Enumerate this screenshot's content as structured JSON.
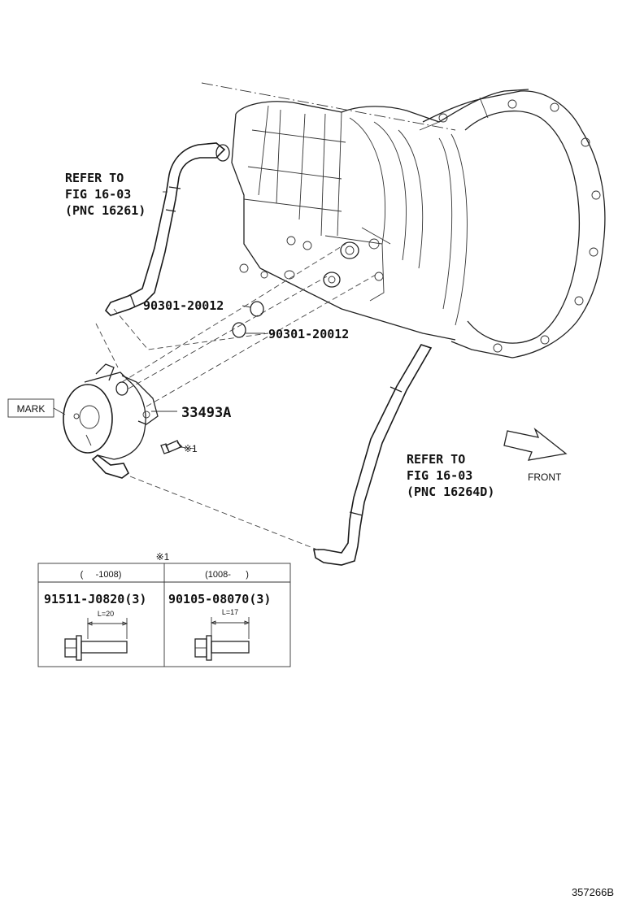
{
  "callouts": {
    "hose_upper": {
      "line1": "REFER TO",
      "line2": "FIG 16-03",
      "line3": "(PNC 16261)"
    },
    "hose_lower": {
      "line1": "REFER TO",
      "line2": "FIG 16-03",
      "line3": "(PNC 16264D)"
    },
    "oring_1": "90301-20012",
    "oring_2": "90301-20012",
    "cooler": "33493A",
    "bolt_ref": "※1",
    "mark": "MARK",
    "front": "FRONT"
  },
  "bolt_table": {
    "title": "※1",
    "columns": [
      {
        "range": "(     -1008)",
        "part": "91511-J0820(3)",
        "length": "L=20"
      },
      {
        "range": "(1008-      )",
        "part": "90105-08070(3)",
        "length": "L=17"
      }
    ]
  },
  "figure_id": "357266B"
}
